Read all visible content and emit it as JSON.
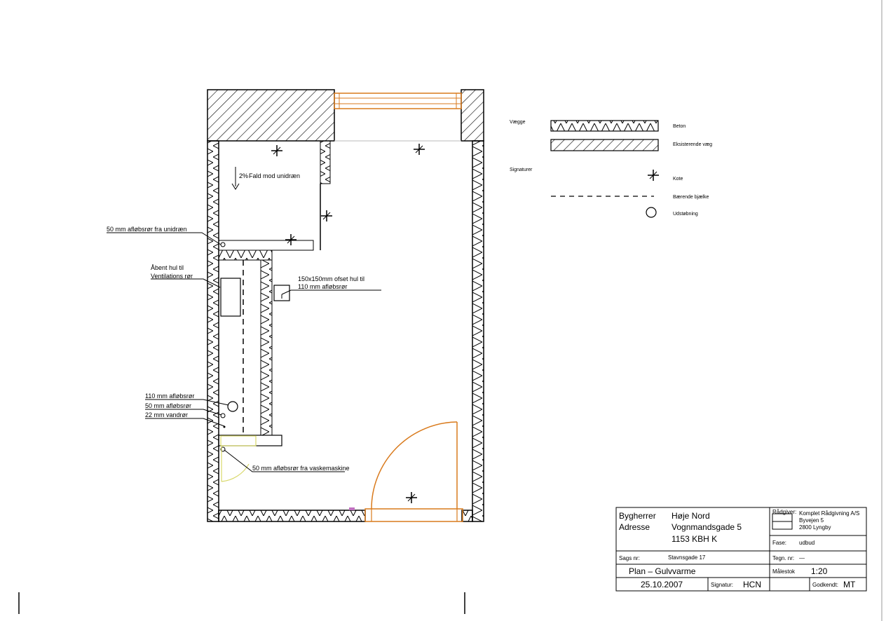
{
  "colors": {
    "line": "#000000",
    "door": "#d97a1c",
    "door_yellow": "#d8d86a",
    "glass": "#f0b070",
    "purple_marker": "#c070c0"
  },
  "plan_labels": {
    "fald": "Fald mod unidræn",
    "fald_pct": "2%",
    "afloeb_unidraen": "50 mm afløbsrør fra unidræn",
    "aabent_hul_1": "Åbent hul til",
    "aabent_hul_2": "Ventilations rør",
    "ophul_1": "150x150mm ofset hul til",
    "ophul_2": "110 mm afløbsrør",
    "r110": "110 mm afløbsrør",
    "r50": "50 mm afløbsrør",
    "r22": "22 mm vandrør",
    "vask": "50 mm afløbsrør fra vaskemaskine"
  },
  "legend": {
    "vaegge": "Vægge",
    "beton": "Beton",
    "eksisterende": "Eksisterende væg",
    "signaturer": "Signaturer",
    "kote": "Kote",
    "baerende": "Bærende bjælke",
    "udstoebning": "Udstøbning"
  },
  "title_block": {
    "bygherre_label": "Bygherrer",
    "bygherre_value": "Høje Nord",
    "adresse_label": "Adresse",
    "adresse_line1": "Vognmandsgade 5",
    "adresse_line2": "1153 KBH K",
    "firm_label": "Rådgiver:",
    "firm_name": "Komplet Rådgivning A/S",
    "firm_addr1": "Byvejen 5",
    "firm_addr2": "2800 Lyngby",
    "fase_label": "Fase:",
    "fase_value": "udbud",
    "sag_label": "Sags nr:",
    "sag_value": "Stavnsgade 17",
    "tegn_label": "Tegn. nr:",
    "tegn_value": "—",
    "plan_title": "Plan – Gulvvarme",
    "maal_label": "Målestok",
    "maal_value": "1:20",
    "date": "25.10.2007",
    "sign_label": "Signatur:",
    "sign_value": "HCN",
    "godk_label": "Godkendt:",
    "godk_value": "MT"
  }
}
